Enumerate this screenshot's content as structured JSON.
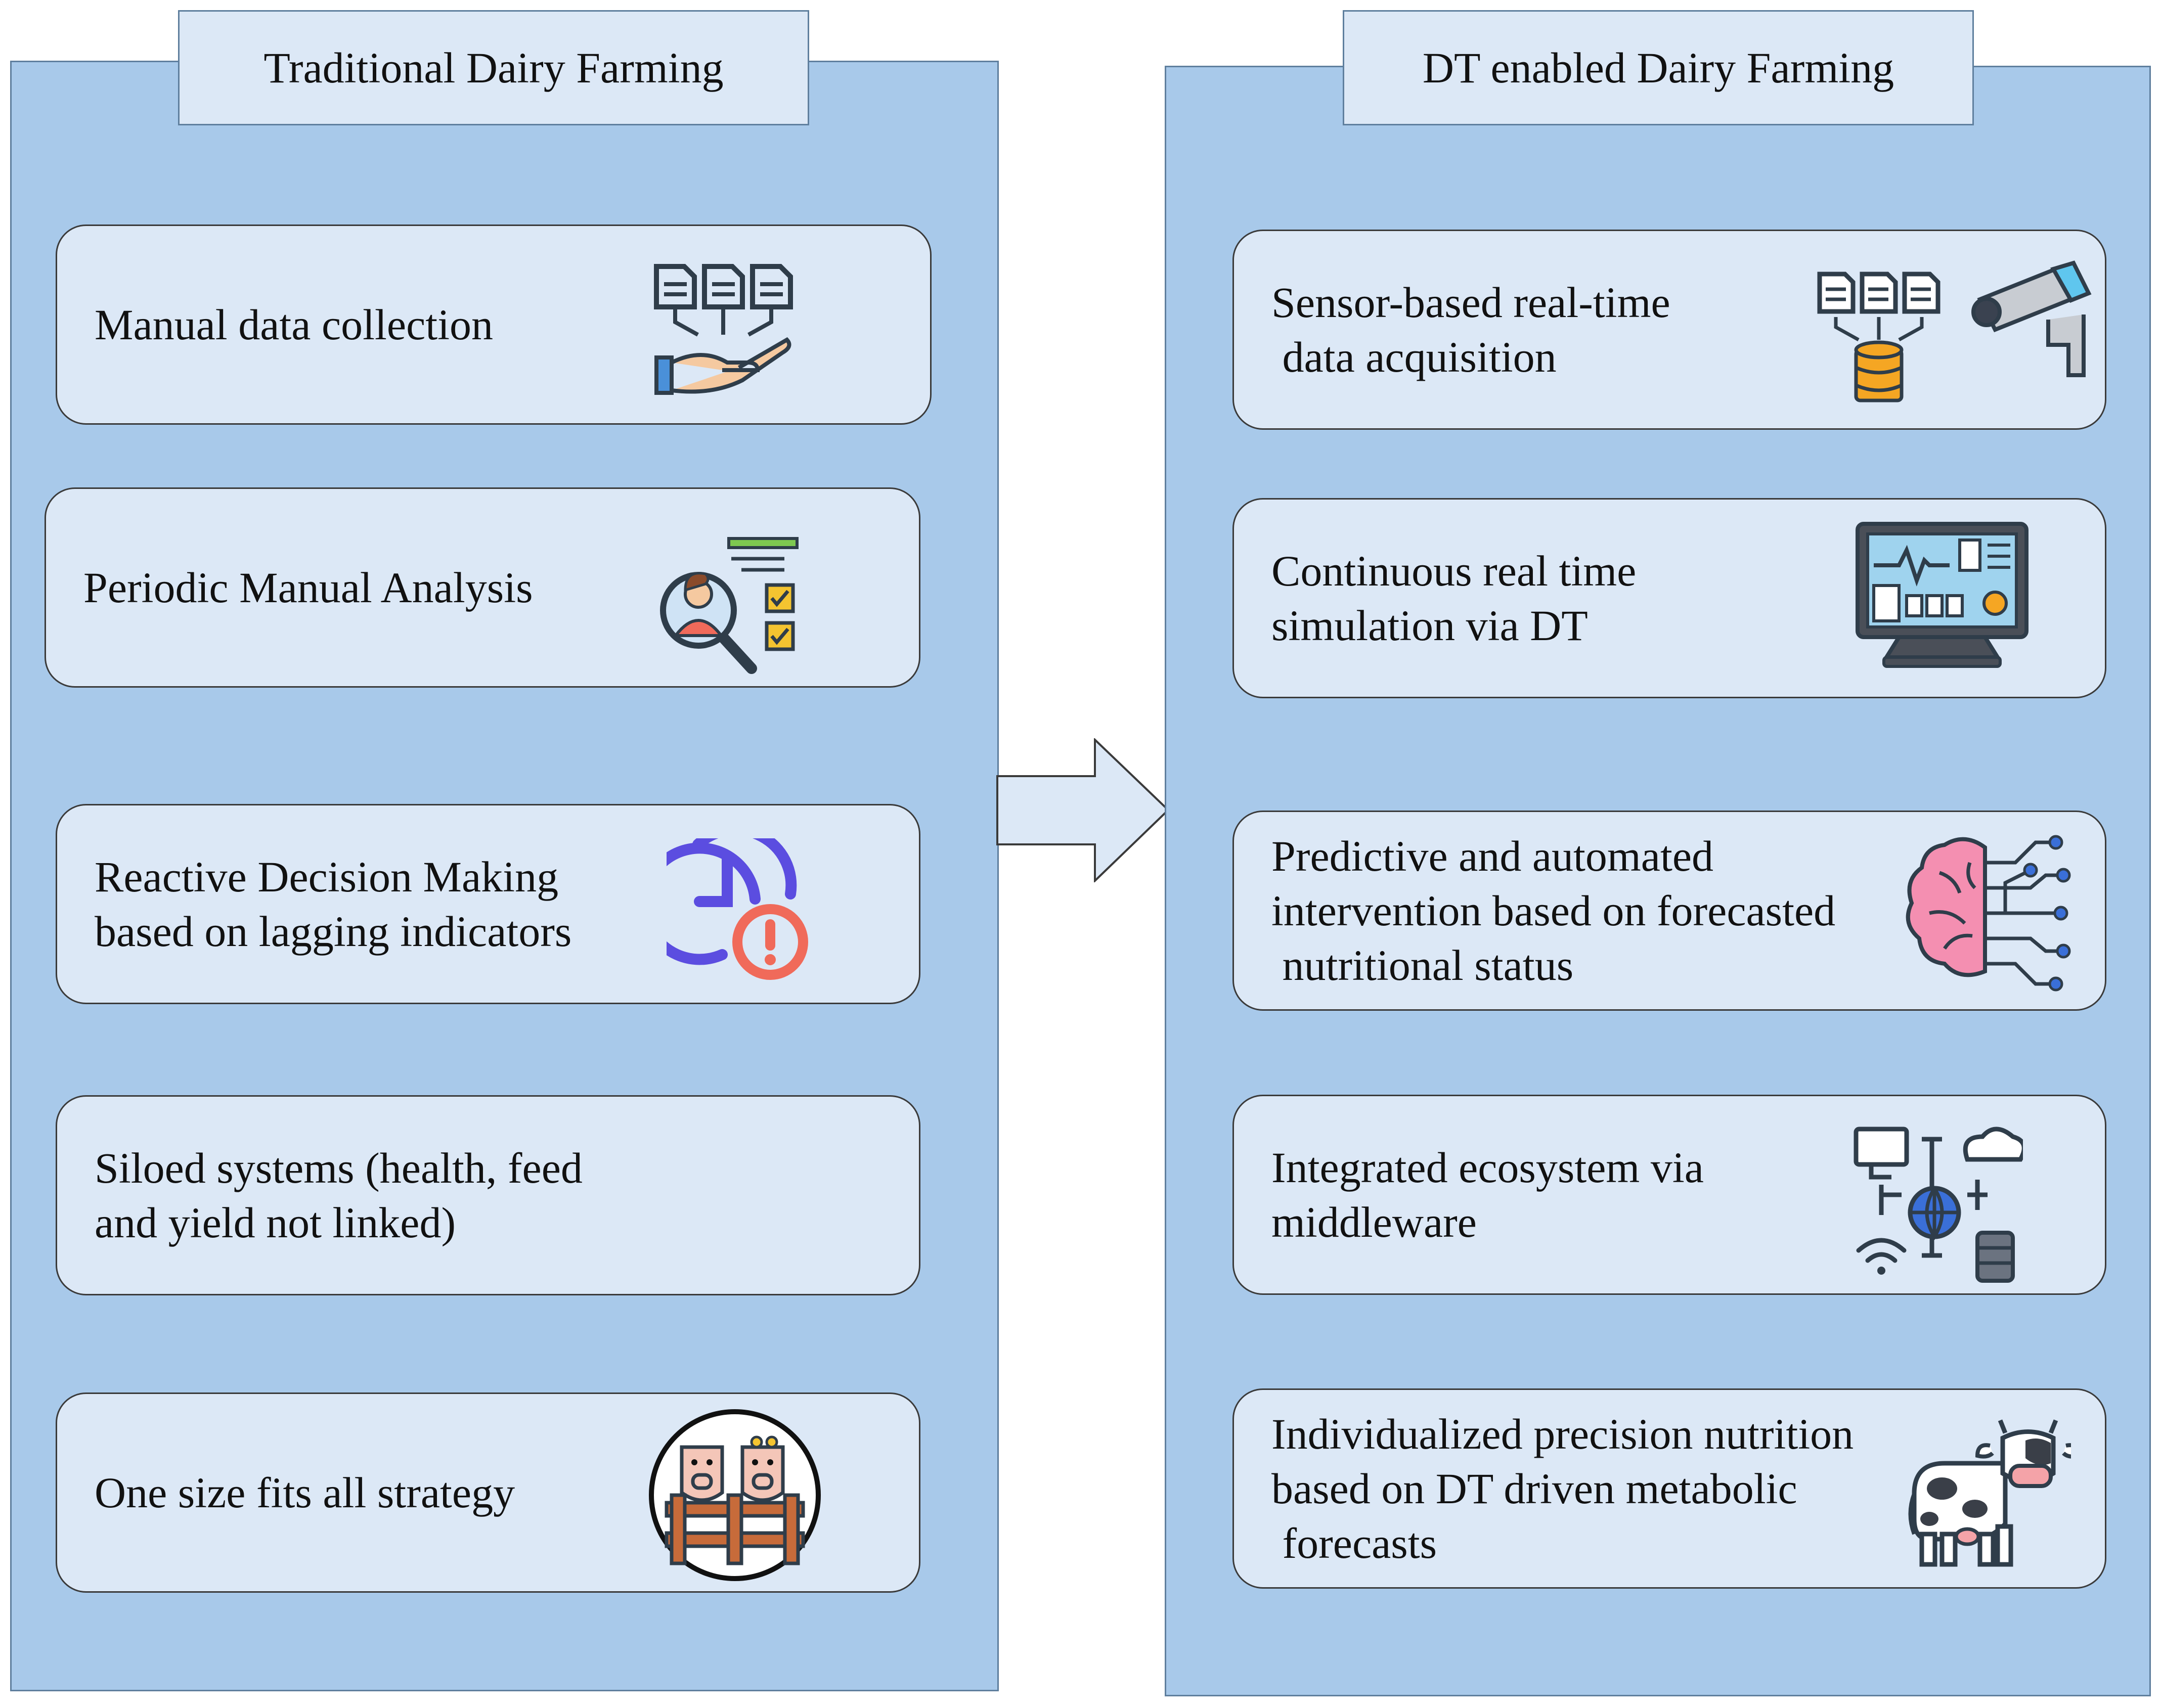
{
  "left_panel": {
    "title": "Traditional Dairy Farming",
    "items": [
      {
        "text": "Manual data collection",
        "icon": "documents-hand-icon"
      },
      {
        "text": "Periodic Manual Analysis",
        "icon": "analyst-checklist-icon"
      },
      {
        "text": "Reactive Decision Making\nbased on lagging indicators",
        "icon": "clock-alert-icon"
      },
      {
        "text": "Siloed systems (health, feed\nand yield not linked)",
        "icon": ""
      },
      {
        "text": "One size fits all strategy",
        "icon": "cows-fence-icon"
      }
    ]
  },
  "right_panel": {
    "title": "DT enabled Dairy Farming",
    "items": [
      {
        "text": "Sensor-based real-time\n data acquisition",
        "icon": "documents-database-camera-icon"
      },
      {
        "text": "Continuous real time\nsimulation via DT",
        "icon": "monitor-dashboard-icon"
      },
      {
        "text": "Predictive and automated\nintervention based on forecasted\n nutritional status",
        "icon": "ai-brain-icon"
      },
      {
        "text": "Integrated ecosystem via\nmiddleware",
        "icon": "network-ecosystem-icon"
      },
      {
        "text": "Individualized precision nutrition\nbased on DT driven metabolic\n forecasts",
        "icon": "cow-icon"
      }
    ]
  },
  "colors": {
    "panel": "#a8c9ea",
    "card": "#dce8f6",
    "accent_purple": "#5b4de0",
    "accent_red": "#f06a5a"
  }
}
